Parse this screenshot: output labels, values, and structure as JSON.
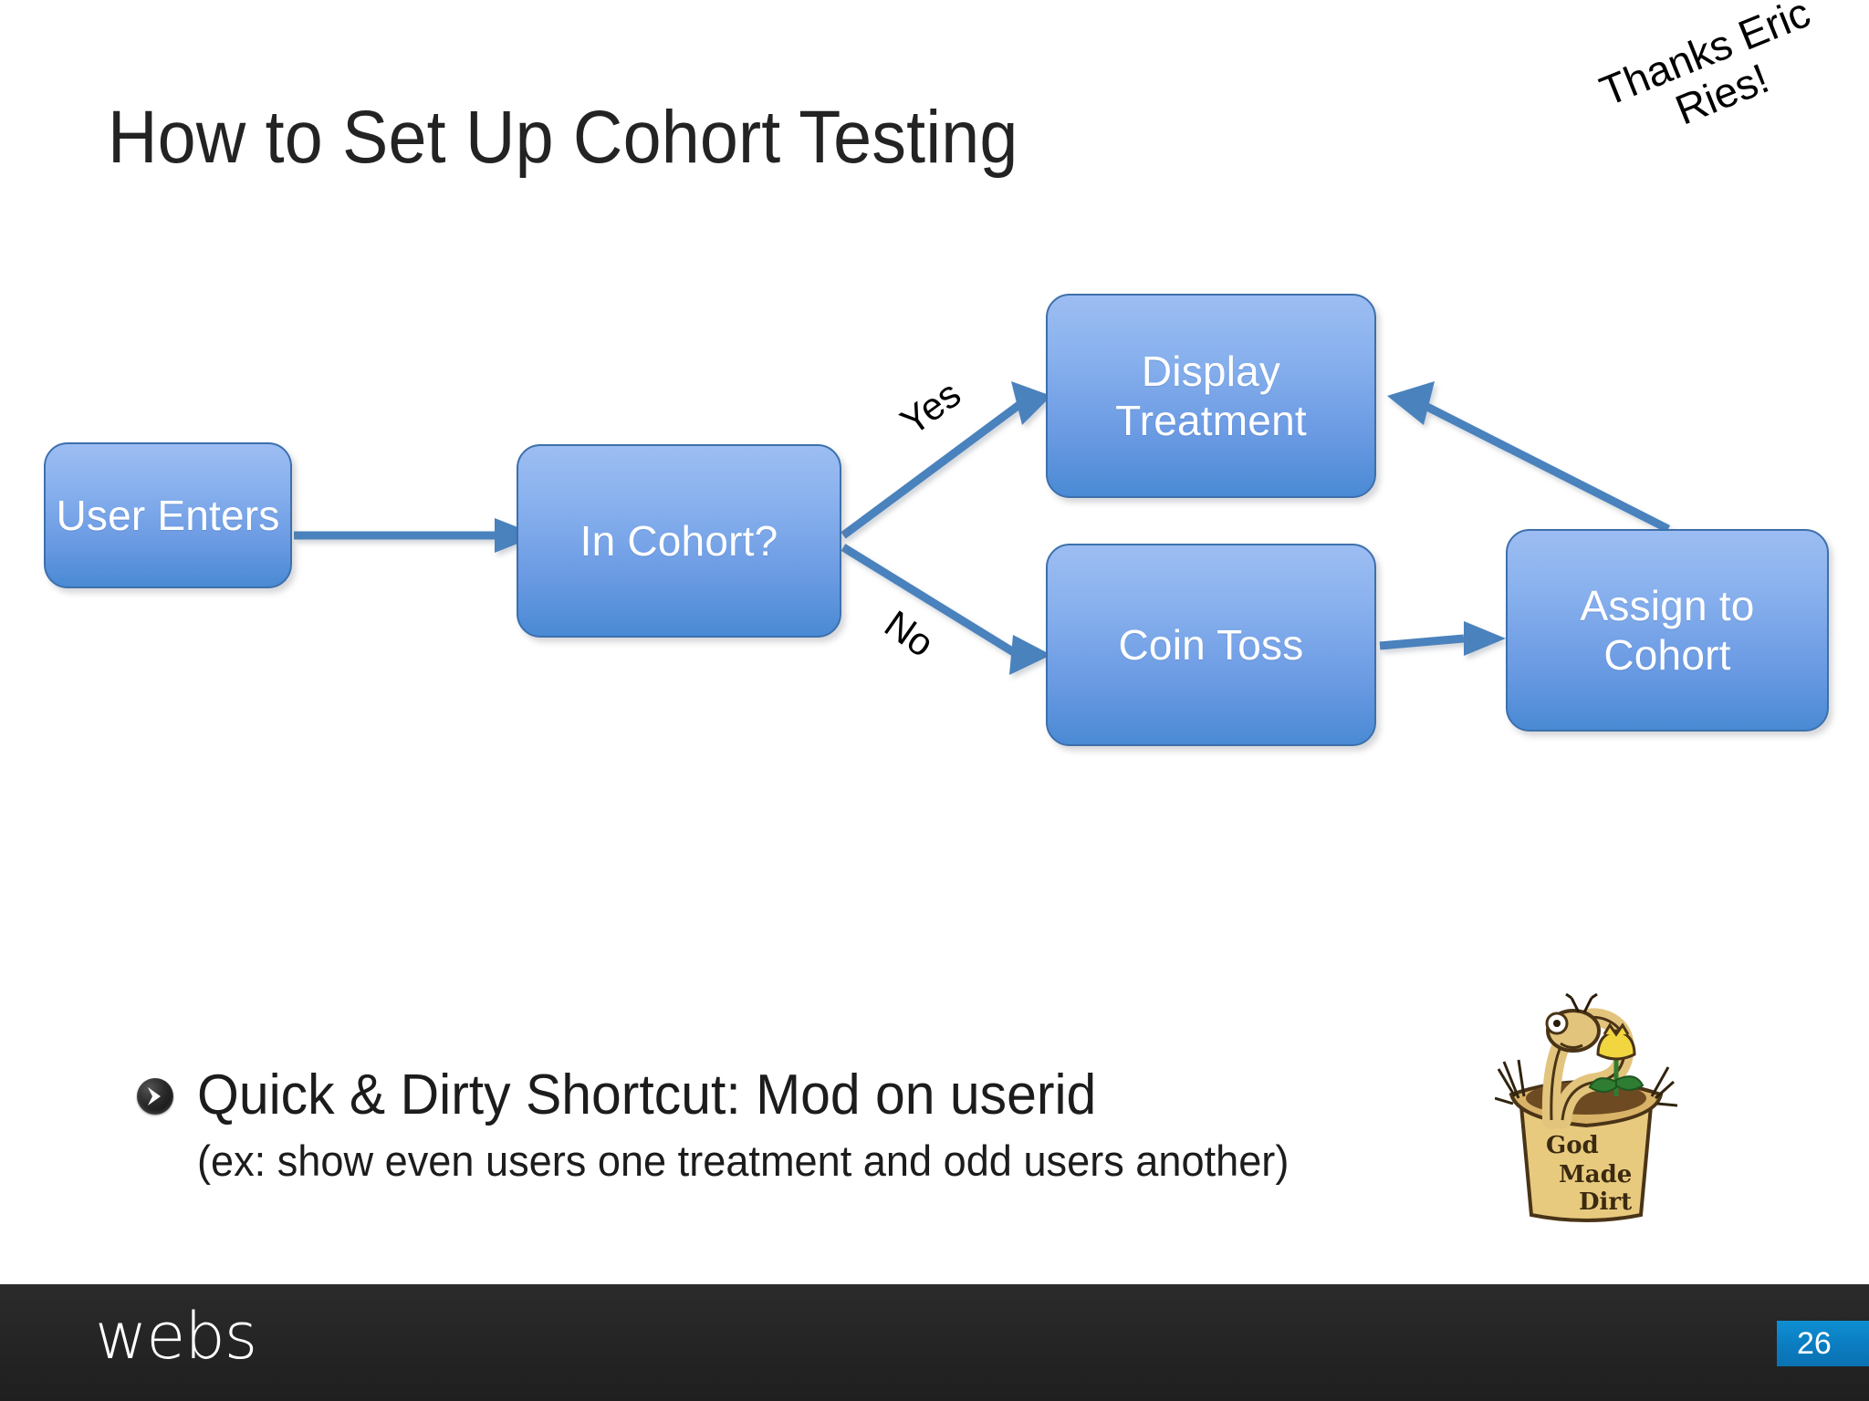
{
  "slide": {
    "title": "How to Set Up Cohort Testing",
    "annotation": {
      "line1": "Thanks Eric",
      "line2": "Ries!"
    }
  },
  "flowchart": {
    "boxes": [
      {
        "id": "user-enters",
        "label": "User Enters"
      },
      {
        "id": "in-cohort",
        "label": "In Cohort?"
      },
      {
        "id": "display-treatment",
        "label_line1": "Display",
        "label_line2": "Treatment"
      },
      {
        "id": "coin-toss",
        "label": "Coin Toss"
      },
      {
        "id": "assign-cohort",
        "label_line1": "Assign to",
        "label_line2": "Cohort"
      }
    ],
    "branch_labels": {
      "yes": "Yes",
      "no": "No"
    },
    "edges": [
      {
        "from": "user-enters",
        "to": "in-cohort",
        "label": ""
      },
      {
        "from": "in-cohort",
        "to": "display-treatment",
        "label": "Yes"
      },
      {
        "from": "in-cohort",
        "to": "coin-toss",
        "label": "No"
      },
      {
        "from": "coin-toss",
        "to": "assign-cohort",
        "label": ""
      },
      {
        "from": "assign-cohort",
        "to": "display-treatment",
        "label": ""
      }
    ],
    "colors": {
      "box_fill_top": "#9cbdf2",
      "box_fill_bottom": "#4a8ad4",
      "box_border": "#3d70ac",
      "arrow": "#4a82bd",
      "box_text": "#ffffff"
    }
  },
  "bullet": {
    "marker_icon": "chevron-right-circle-icon",
    "main": "Quick & Dirty Shortcut: Mod on userid",
    "sub": "(ex: show even users one treatment and odd users another)"
  },
  "clipart": {
    "name": "god-made-dirt-worm-clipart",
    "caption_line1": "God",
    "caption_line2": "Made",
    "caption_line3": "Dirt"
  },
  "footer": {
    "logo": "webs",
    "page_number": "26",
    "bar_color": "#262626",
    "badge_color": "#0b7cc0"
  }
}
